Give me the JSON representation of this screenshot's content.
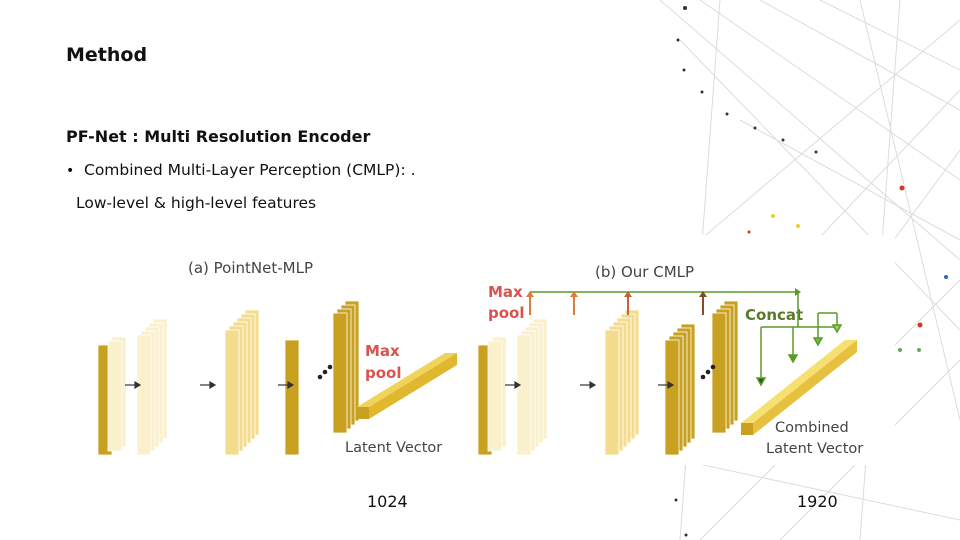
{
  "slide": {
    "title": "Method",
    "subtitle": "PF-Net : Multi Resolution Encoder",
    "bullet_marker": "•",
    "bullet_text": "Combined Multi-Layer Perception (CMLP): .",
    "bullet_continuation": "Low-level & high-level features"
  },
  "figure": {
    "panel_a": {
      "title": "(a) PointNet-MLP",
      "maxpool_line1": "Max",
      "maxpool_line2": "pool",
      "output_label": "Latent Vector"
    },
    "panel_b": {
      "title": "(b) Our CMLP",
      "maxpool_line1": "Max",
      "maxpool_line2": "pool",
      "concat_label": "Concat",
      "output_line1": "Combined",
      "output_line2": "Latent Vector"
    }
  },
  "dimensions": {
    "pointnet_dim": "1024",
    "cmlp_dim": "1920"
  },
  "colors": {
    "gold_dark": "#c9a020",
    "gold_mid": "#e8c24a",
    "gold_light": "#f4dc8e",
    "gold_pale": "#fbf0cc",
    "maxpool_red": "#d9534f",
    "arrow_orange": "#e07a3a",
    "concat_green": "#5a9a2a"
  }
}
